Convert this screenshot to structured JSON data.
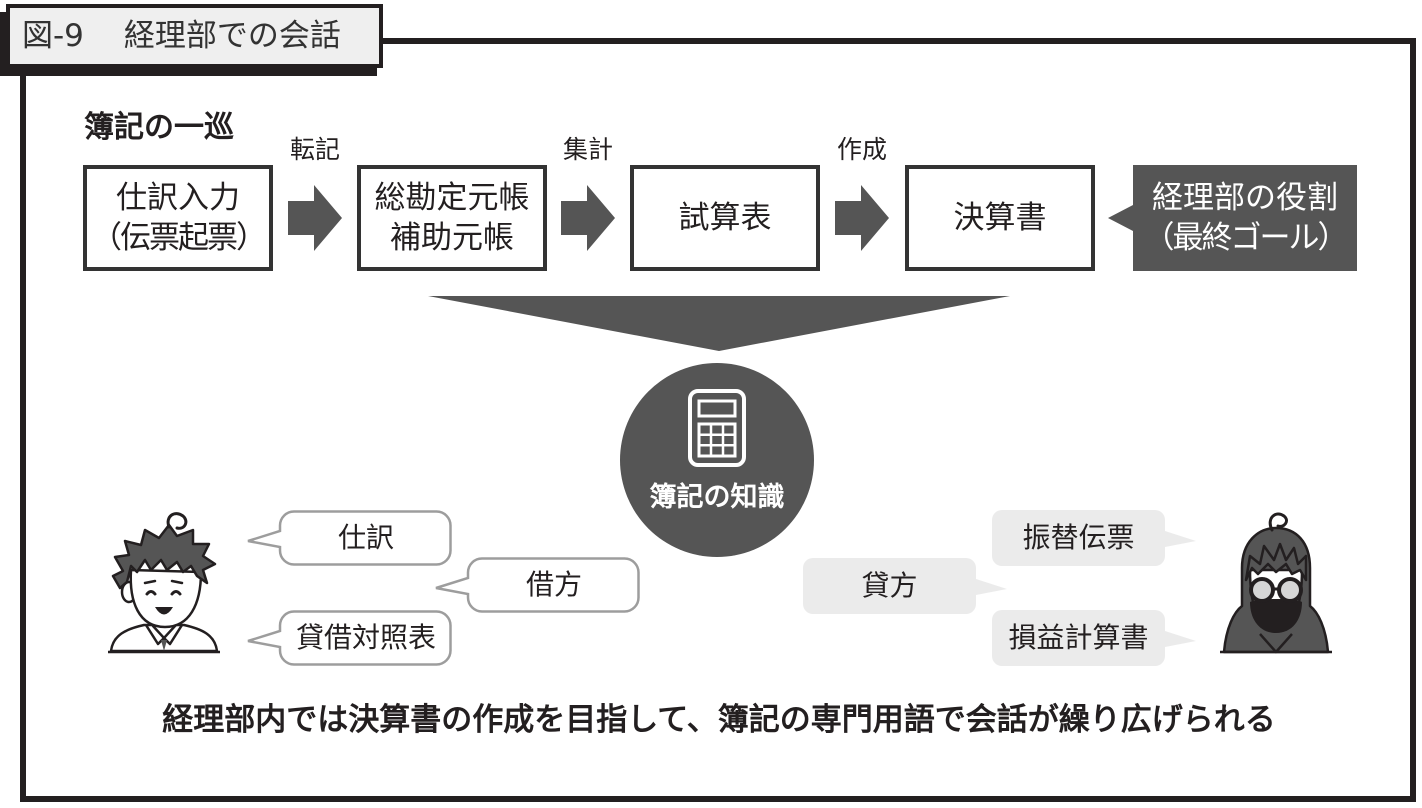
{
  "figure": {
    "number": "図-9",
    "title": "経理部での会話"
  },
  "cycle": {
    "heading": "簿記の一巡",
    "steps": [
      {
        "lines": [
          "仕訳入力",
          "（伝票起票）"
        ]
      },
      {
        "lines": [
          "総勘定元帳",
          "補助元帳"
        ]
      },
      {
        "lines": [
          "試算表"
        ]
      },
      {
        "lines": [
          "決算書"
        ]
      }
    ],
    "transitions": [
      "転記",
      "集計",
      "作成"
    ],
    "goal": {
      "lines": [
        "経理部の役割",
        "（最終ゴール）"
      ]
    }
  },
  "knowledge": {
    "icon": "calculator-icon",
    "label": "簿記の知識"
  },
  "conversation": {
    "left_speaker": {
      "avatar": "smiling-man-icon",
      "bubbles": [
        "仕訳",
        "借方",
        "貸借対照表"
      ]
    },
    "right_speaker": {
      "avatar": "masked-person-icon",
      "bubbles": [
        "振替伝票",
        "貸方",
        "損益計算書"
      ]
    }
  },
  "caption": "経理部内では決算書の作成を目指して、簿記の専門用語で会話が繰り広げられる",
  "colors": {
    "ink": "#231f20",
    "shape_fill": "#555555",
    "box_border": "#333333",
    "bubble_fill": "#ebebeb",
    "bubble_border": "#9d9d9d",
    "title_tab_fill": "#efefef"
  }
}
